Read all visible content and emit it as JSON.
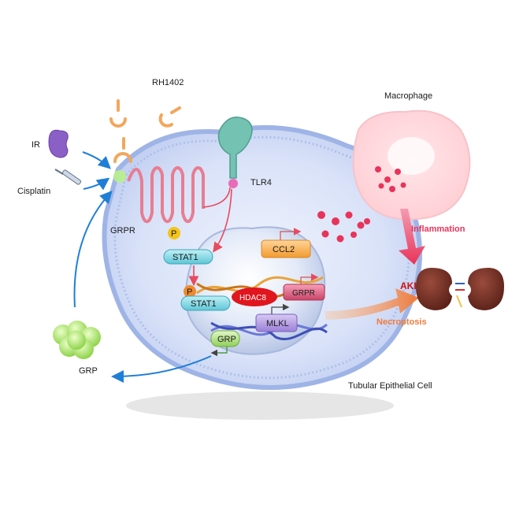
{
  "labels": {
    "drug": "RH1402",
    "macrophage": "Macrophage",
    "ir": "IR",
    "cisplatin": "Cisplatin",
    "tlr4": "TLR4",
    "grpr_receptor": "GRPR",
    "phospho": "P",
    "stat1": "STAT1",
    "stat1_phospho": "STAT1",
    "ccl2": "CCL2",
    "hdac8": "HDAC8",
    "grpr_gene": "GRPR",
    "mlkl": "MLKL",
    "grp_gene": "GRP",
    "grp_secreted": "GRP",
    "inflammation": "Inflammation",
    "aki": "AKI",
    "necroptosis": "Necroptosis",
    "cell_type": "Tubular Epithelial Cell"
  },
  "colors": {
    "inflammation": "#e8345a",
    "necroptosis": "#f07a3a",
    "aki": "#cc1111",
    "membrane": "#9fb4e6",
    "blue_arrow": "#1f7fd6"
  }
}
